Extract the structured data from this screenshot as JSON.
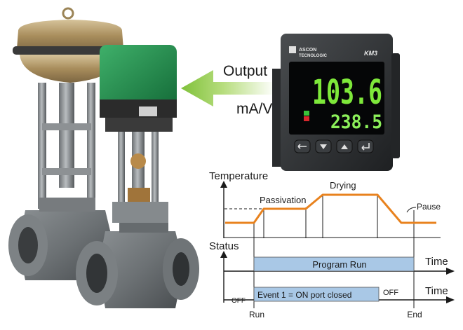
{
  "output_label": "Output",
  "signal_label": "mA/V",
  "controller": {
    "brand_line1": "ASCON",
    "brand_line2": "TECNOLOGIC",
    "model": "KM3",
    "process_value": "103.6",
    "setpoint_value": "238.5",
    "button_icons": [
      "cycle-icon",
      "arrow-down-icon",
      "arrow-up-icon",
      "enter-icon"
    ]
  },
  "diagram": {
    "temperature_label": "Temperature",
    "status_label": "Status",
    "phase_passivation": "Passivation",
    "phase_drying": "Drying",
    "phase_pause": "Pause",
    "time_label_1": "Time",
    "time_label_2": "Time",
    "program_run": "Program Run",
    "event_label": "Event 1 = ON port closed",
    "off_left": "OFF",
    "off_right": "OFF",
    "run_label": "Run",
    "end_label": "End"
  },
  "colors": {
    "profile": "#e8821e",
    "bar_fill": "#a9c8e6",
    "arrow": "#8cc63f",
    "actuator": "#1f8f4e",
    "display_main": "#7ee83a",
    "display_sub": "#8cf05a"
  }
}
